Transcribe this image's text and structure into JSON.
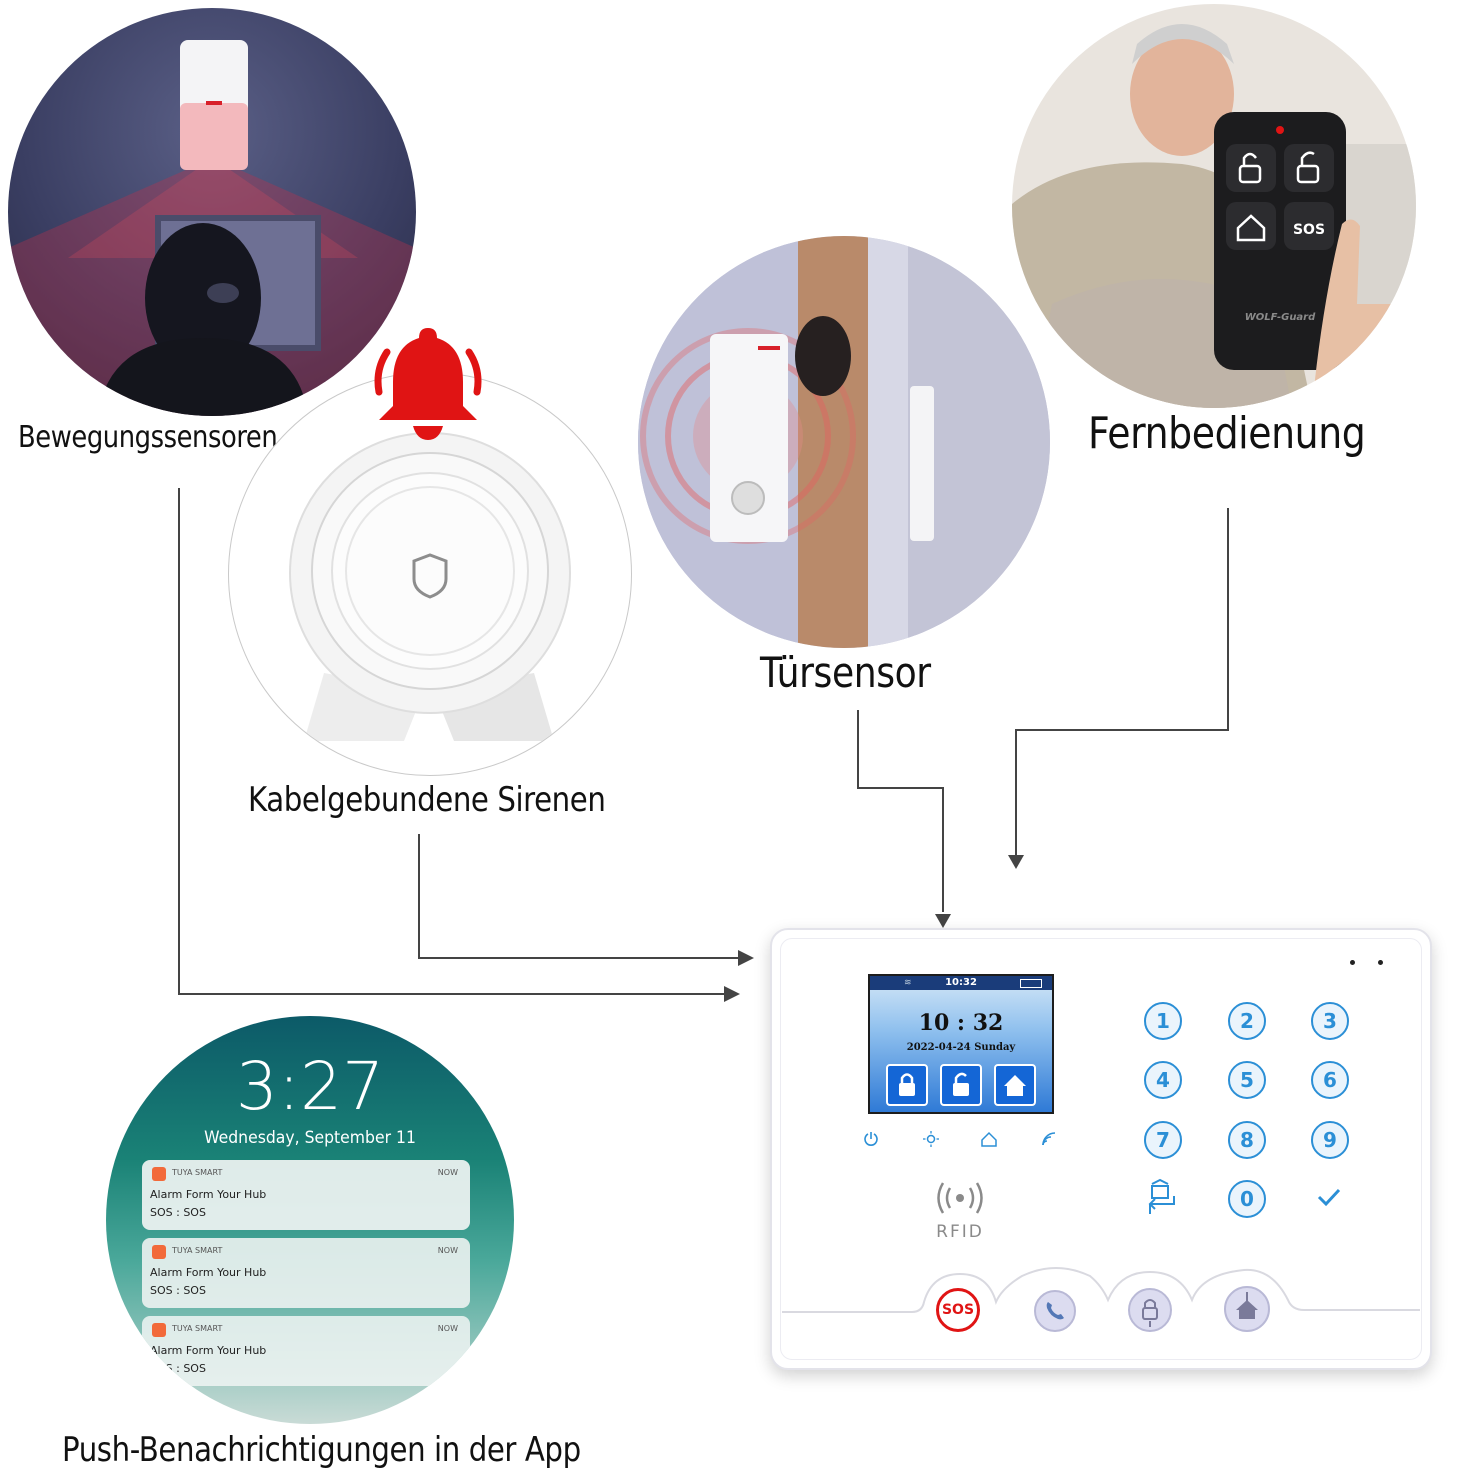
{
  "labels": {
    "motion": "Bewegungssensoren",
    "remote": "Fernbedienung",
    "door": "Türsensor",
    "siren": "Kabelgebundene Sirenen",
    "push": "Push-Benachrichtigungen in der App"
  },
  "remote_device": {
    "sos_label": "SOS",
    "brand": "WOLF-Guard"
  },
  "phone": {
    "time": "3:27",
    "date": "Wednesday, September 11",
    "notifications": [
      {
        "app": "TUYA SMART",
        "when": "NOW",
        "title": "Alarm Form Your Hub",
        "body": "SOS : SOS"
      },
      {
        "app": "TUYA SMART",
        "when": "NOW",
        "title": "Alarm Form Your Hub",
        "body": "SOS : SOS"
      },
      {
        "app": "TUYA SMART",
        "when": "NOW",
        "title": "Alarm Form Your Hub",
        "body": "SOS : SOS"
      }
    ]
  },
  "panel": {
    "status_time": "10:32",
    "clock": "10 : 32",
    "date": "2022-04-24 Sunday",
    "keys": [
      "1",
      "2",
      "3",
      "4",
      "5",
      "6",
      "7",
      "8",
      "9",
      "0"
    ],
    "rfid_label": "RFID",
    "sos_label": "SOS"
  },
  "colors": {
    "key_blue": "#2b8fd6",
    "alarm_red": "#e01414",
    "lcd_blue": "#1f6fd0"
  }
}
